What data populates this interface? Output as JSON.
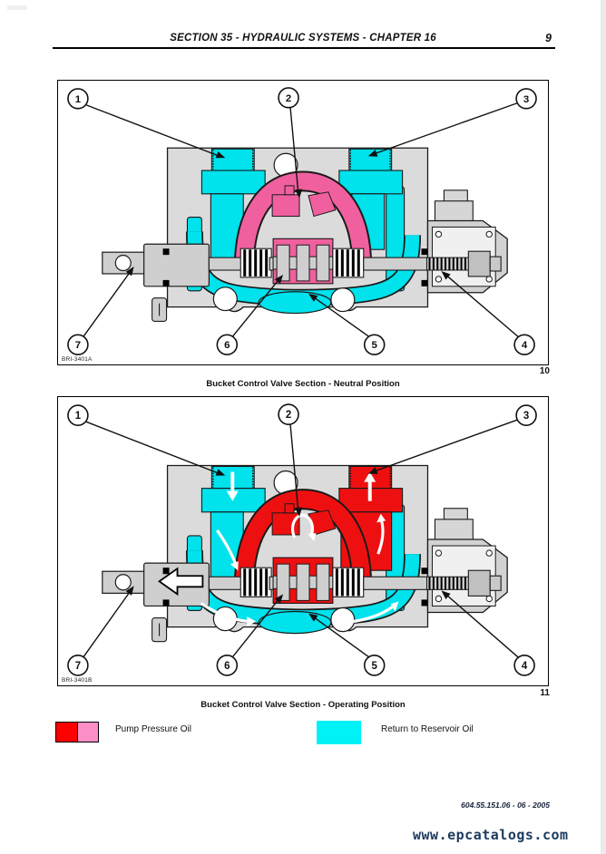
{
  "header": {
    "title": "SECTION 35 - HYDRAULIC SYSTEMS - CHAPTER 16",
    "page_number": "9"
  },
  "figures": [
    {
      "code": "BRI-3401A",
      "number": "10",
      "caption": "Bucket Control Valve Section - Neutral Position",
      "callouts": [
        "1",
        "2",
        "3",
        "4",
        "5",
        "6",
        "7"
      ]
    },
    {
      "code": "BRI-3401B",
      "number": "11",
      "caption": "Bucket Control Valve Section - Operating Position",
      "callouts": [
        "1",
        "2",
        "3",
        "4",
        "5",
        "6",
        "7"
      ]
    }
  ],
  "legend": {
    "pump_label": "Pump Pressure Oil",
    "return_label": "Return to Reservoir Oil"
  },
  "footer": {
    "doc_number": "604.55.151.06 - 06 - 2005",
    "website": "www.epcatalogs.com"
  },
  "colors": {
    "pump_red": "#ee1010",
    "pump_pink": "#f0609e",
    "legend_red": "#fe0000",
    "legend_pink": "#f98fc5",
    "return_oil": "#00e2ec",
    "legend_cyan": "#00f2f6",
    "body_gray": "#dbdbdb",
    "link_navy": "#1b3a5e"
  }
}
